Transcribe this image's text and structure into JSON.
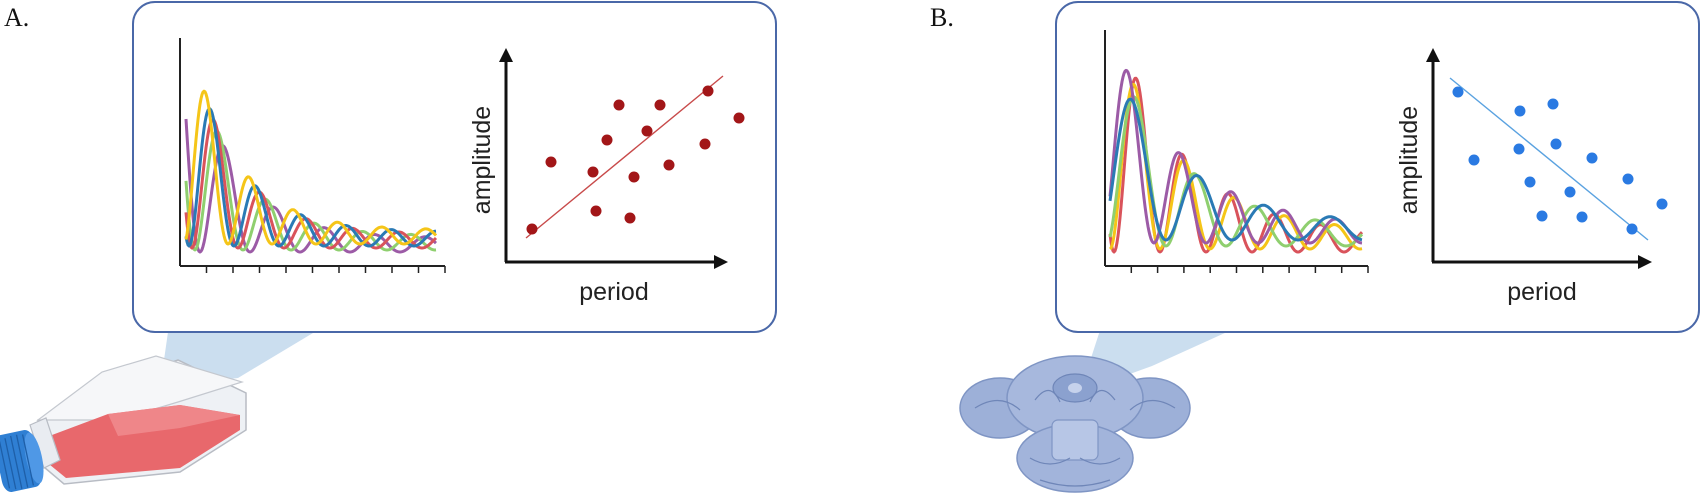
{
  "panels": [
    {
      "letter": "A.",
      "sample": "cell culture flask",
      "sample_icon": "culture-flask-icon",
      "scatter_color": "#a21618",
      "trend": "positive",
      "scatter": {
        "xlabel": "period",
        "ylabel": "amplitude"
      }
    },
    {
      "letter": "B.",
      "sample": "brain slice",
      "sample_icon": "brain-slice-icon",
      "scatter_color": "#2a7ae2",
      "trend": "negative",
      "scatter": {
        "xlabel": "period",
        "ylabel": "amplitude"
      }
    }
  ],
  "colors": {
    "box_border": "#4a68a8",
    "box_fill": "#ffffff",
    "zoom_beam": "#b9d3ea",
    "trace_red": "#d9535b",
    "trace_orange": "#f0a04b",
    "trace_yellow": "#f5c518",
    "trace_green": "#8fcf6f",
    "trace_blue": "#2a7ab5",
    "trace_purple": "#9c5ba6",
    "flask_liquid": "#e8686c",
    "flask_cap": "#2f7fd3",
    "brain": "#9db0d8"
  }
}
